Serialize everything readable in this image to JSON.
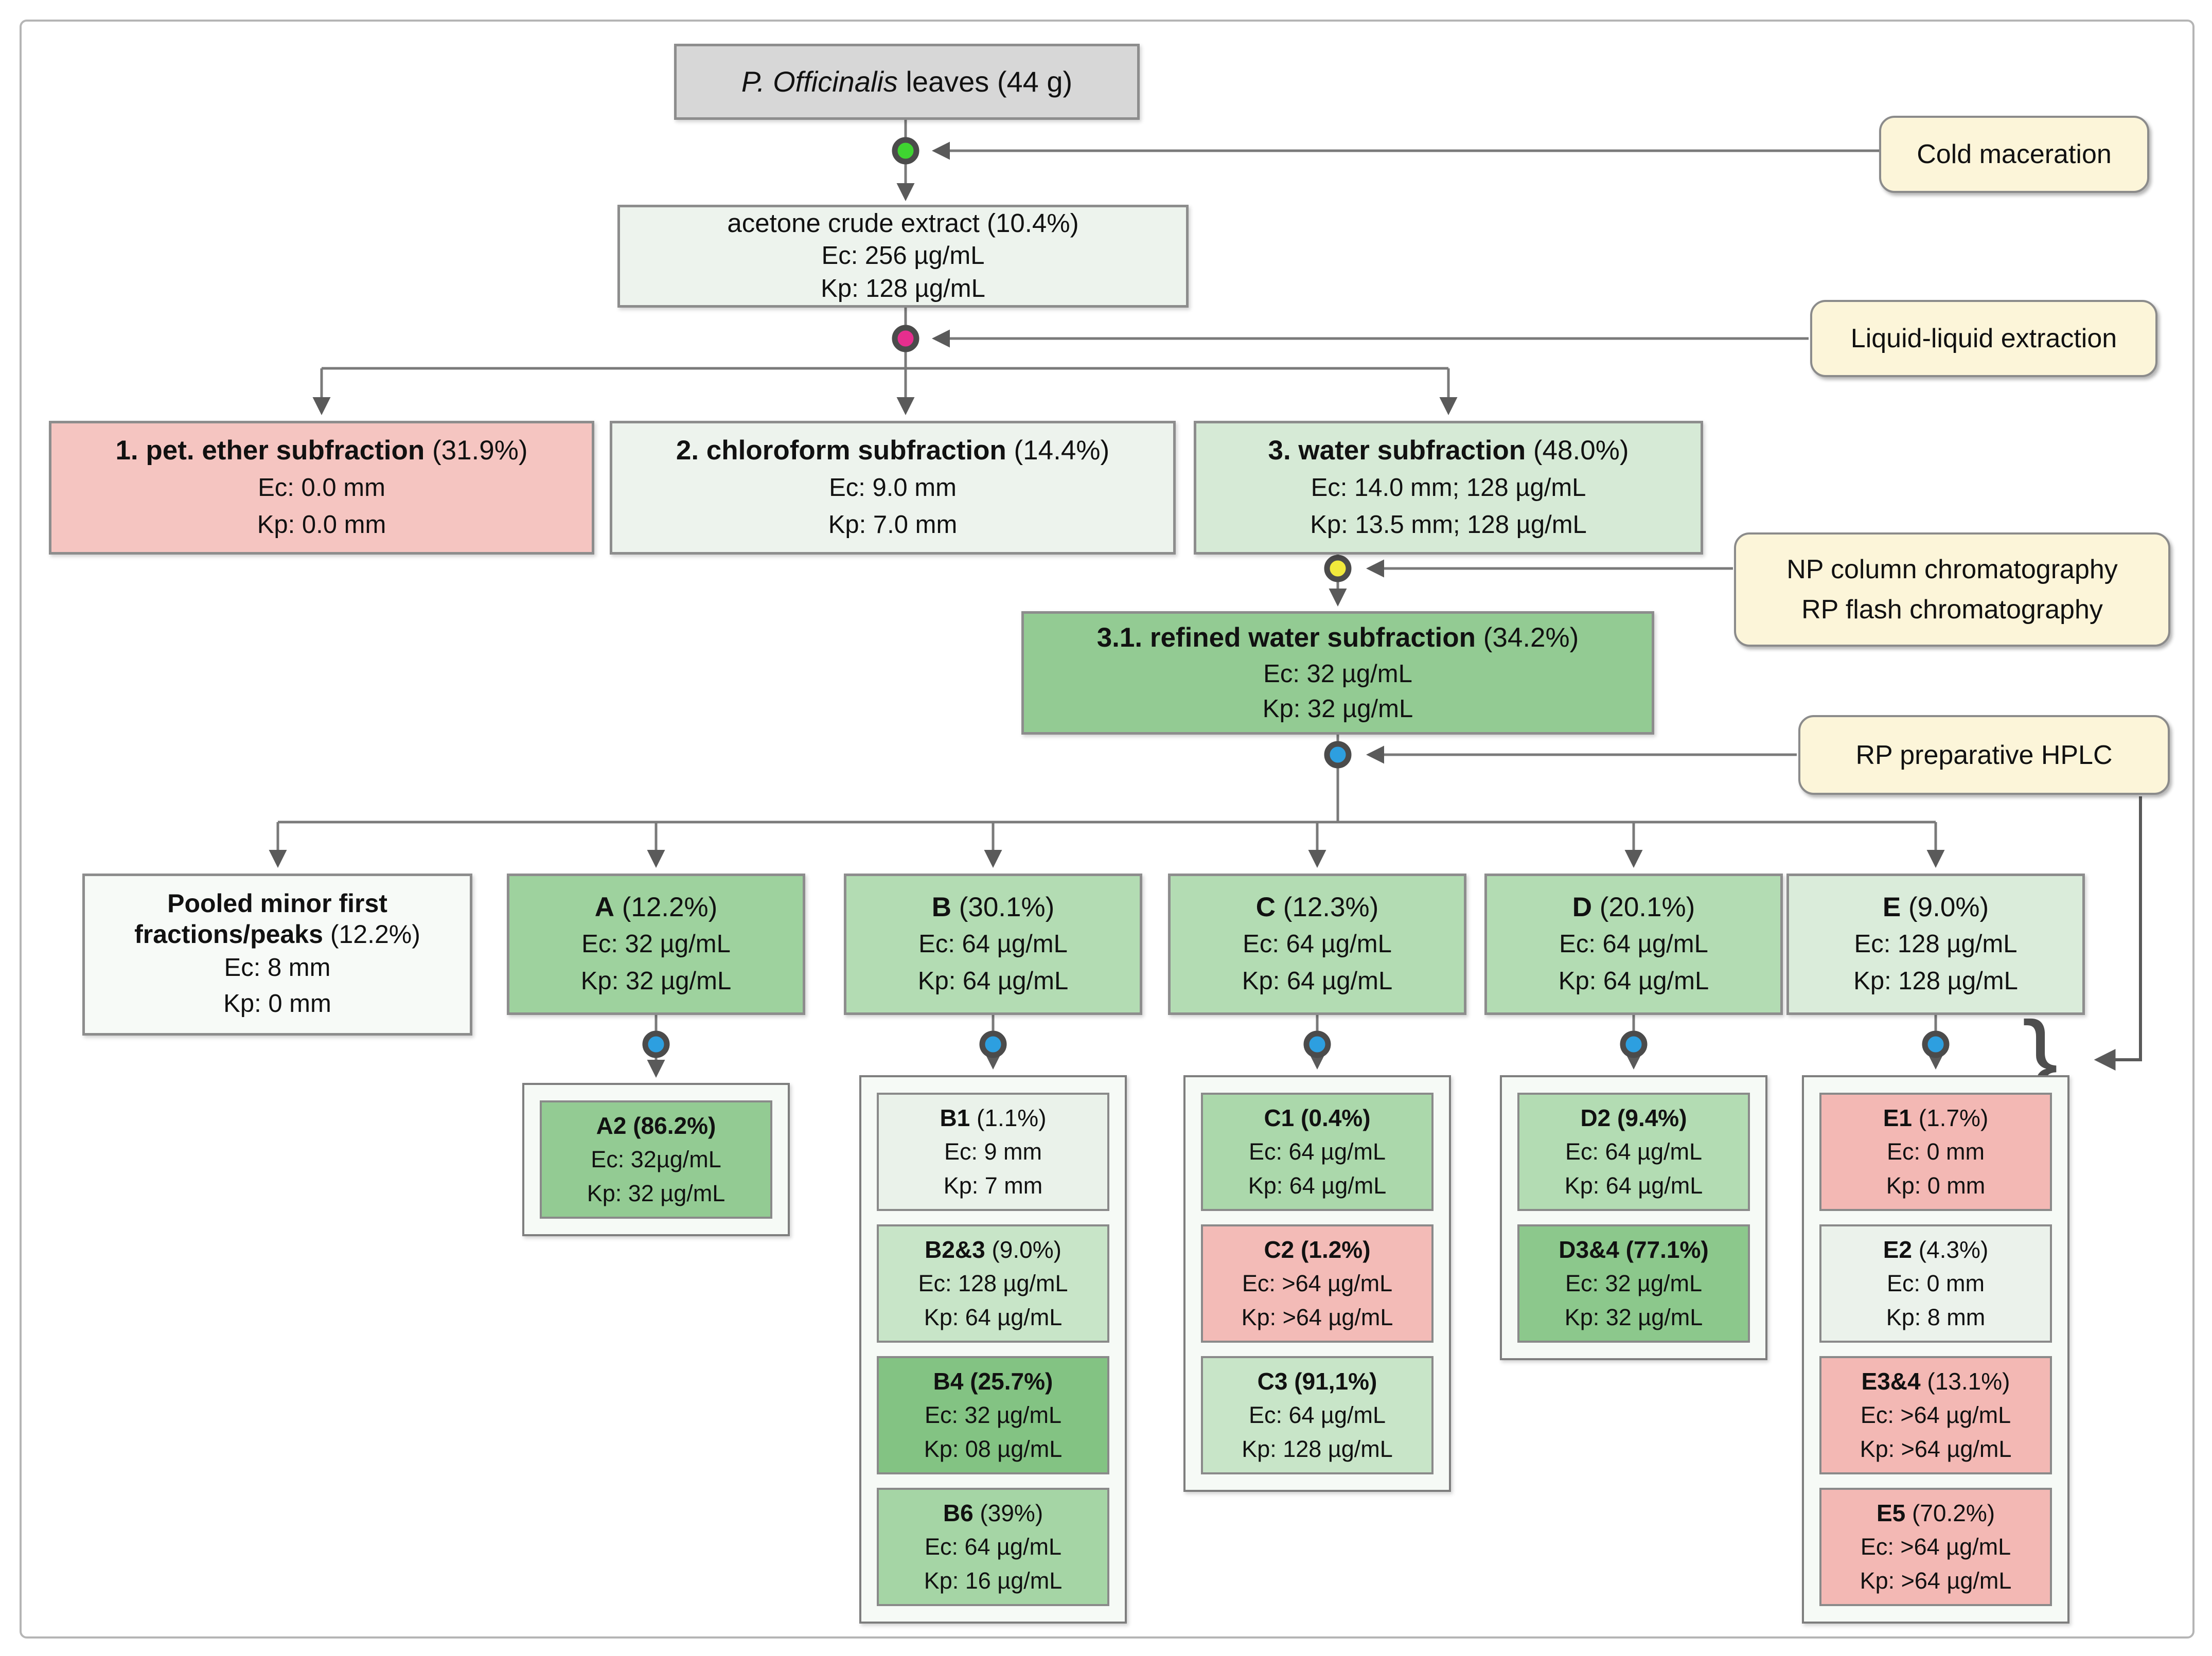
{
  "diagram": {
    "root": {
      "italic": "P. Officinalis",
      "rest": " leaves (44 g)"
    },
    "labels": {
      "cold": "Cold maceration",
      "lle": "Liquid-liquid extraction",
      "np_line1": "NP column chromatography",
      "np_line2": "RP flash chromatography",
      "hplc": "RP preparative HPLC"
    },
    "nodes": {
      "acetone": {
        "bold": "",
        "rest": "acetone crude extract (10.4%)",
        "ec": "Ec: 256 µg/mL",
        "kp": "Kp: 128 µg/mL"
      },
      "pet_ether": {
        "bold": "1. pet. ether subfraction",
        "rest": " (31.9%)",
        "ec": "Ec: 0.0 mm",
        "kp": "Kp: 0.0 mm"
      },
      "chloroform": {
        "bold": "2. chloroform subfraction",
        "rest": " (14.4%)",
        "ec": "Ec: 9.0 mm",
        "kp": "Kp: 7.0 mm"
      },
      "water": {
        "bold": "3. water subfraction",
        "rest": " (48.0%)",
        "ec": "Ec: 14.0 mm; 128 µg/mL",
        "kp": "Kp: 13.5 mm; 128 µg/mL"
      },
      "refined": {
        "bold": "3.1. refined water subfraction",
        "rest": " (34.2%)",
        "ec": "Ec: 32 µg/mL",
        "kp": "Kp: 32 µg/mL"
      },
      "pooled": {
        "bold": "Pooled minor first fractions/peaks",
        "rest": " (12.2%)",
        "ec": "Ec: 8 mm",
        "kp": "Kp: 0 mm"
      },
      "A": {
        "bold": "A",
        "rest": " (12.2%)",
        "ec": "Ec: 32 µg/mL",
        "kp": "Kp: 32 µg/mL"
      },
      "B": {
        "bold": "B",
        "rest": " (30.1%)",
        "ec": "Ec: 64 µg/mL",
        "kp": "Kp: 64 µg/mL"
      },
      "C": {
        "bold": "C",
        "rest": " (12.3%)",
        "ec": "Ec: 64 µg/mL",
        "kp": "Kp: 64 µg/mL"
      },
      "D": {
        "bold": "D",
        "rest": " (20.1%)",
        "ec": "Ec: 64 µg/mL",
        "kp": "Kp: 64 µg/mL"
      },
      "E": {
        "bold": "E",
        "rest": " (9.0%)",
        "ec": "Ec: 128 µg/mL",
        "kp": "Kp: 128 µg/mL"
      },
      "A2": {
        "bold": "A2 (86.2%)",
        "rest": "",
        "ec": "Ec: 32µg/mL",
        "kp": "Kp: 32 µg/mL"
      },
      "B1": {
        "bold": "B1",
        "rest": " (1.1%)",
        "ec": "Ec: 9 mm",
        "kp": "Kp: 7 mm"
      },
      "B23": {
        "bold": "B2&3",
        "rest": " (9.0%)",
        "ec": "Ec: 128 µg/mL",
        "kp": "Kp: 64 µg/mL"
      },
      "B4": {
        "bold": "B4 (25.7%)",
        "rest": "",
        "ec": "Ec: 32 µg/mL",
        "kp": "Kp: 08 µg/mL"
      },
      "B6": {
        "bold": "B6",
        "rest": " (39%)",
        "ec": "Ec: 64 µg/mL",
        "kp": "Kp: 16 µg/mL"
      },
      "C1": {
        "bold": "C1 (0.4%)",
        "rest": "",
        "ec": "Ec: 64 µg/mL",
        "kp": "Kp: 64 µg/mL"
      },
      "C2": {
        "bold": "C2 (1.2%)",
        "rest": "",
        "ec": "Ec: >64 µg/mL",
        "kp": "Kp: >64 µg/mL"
      },
      "C3": {
        "bold": "C3 (91,1%)",
        "rest": "",
        "ec": "Ec: 64 µg/mL",
        "kp": "Kp: 128 µg/mL"
      },
      "D2": {
        "bold": "D2 (9.4%)",
        "rest": "",
        "ec": "Ec: 64 µg/mL",
        "kp": "Kp: 64 µg/mL"
      },
      "D34": {
        "bold": "D3&4 (77.1%)",
        "rest": "",
        "ec": "Ec: 32 µg/mL",
        "kp": "Kp: 32 µg/mL"
      },
      "E1": {
        "bold": "E1",
        "rest": " (1.7%)",
        "ec": "Ec: 0 mm",
        "kp": "Kp: 0 mm"
      },
      "E2": {
        "bold": "E2",
        "rest": " (4.3%)",
        "ec": "Ec: 0 mm",
        "kp": "Kp: 8 mm"
      },
      "E34": {
        "bold": "E3&4",
        "rest": " (13.1%)",
        "ec": "Ec: >64 µg/mL",
        "kp": "Kp: >64 µg/mL"
      },
      "E5": {
        "bold": "E5",
        "rest": " (70.2%)",
        "ec": "Ec: >64 µg/mL",
        "kp": "Kp: >64 µg/mL"
      }
    },
    "dots": {
      "maceration": "#3fd431",
      "extraction": "#e62e8e",
      "chromatography": "#f1e93c",
      "hplc1": "#2d9fe0",
      "hplc_a": "#2d9fe0",
      "hplc_b": "#2d9fe0",
      "hplc_c": "#2d9fe0",
      "hplc_d": "#2d9fe0",
      "hplc_e": "#2d9fe0"
    },
    "palette": {
      "active_green": "#93cb93",
      "mild_green": "#b3dcb3",
      "inactive_pink": "#f5c5c1",
      "neutral_gray": "#d7d7d7",
      "label_cream": "#fcf5d9"
    },
    "brace_glyph": "}"
  }
}
